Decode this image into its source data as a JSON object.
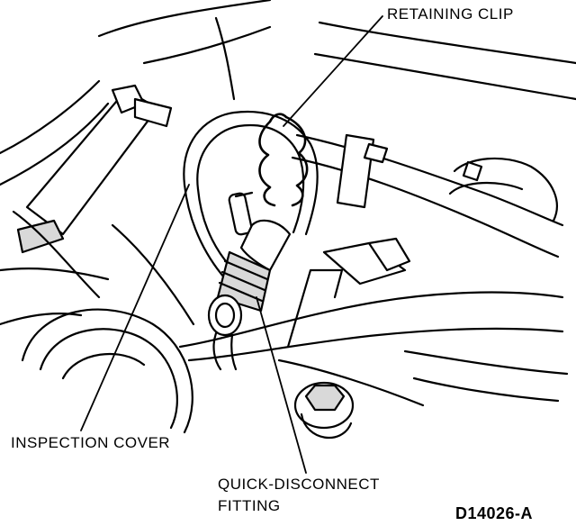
{
  "labels": {
    "retaining_clip": "RETAINING CLIP",
    "inspection_cover": "INSPECTION COVER",
    "quick_disconnect_line1": "QUICK-DISCONNECT",
    "quick_disconnect_line2": "FITTING"
  },
  "figure_id": "D14026-A",
  "colors": {
    "ink": "#000000",
    "paper": "#ffffff",
    "shade": "#d9d9d9"
  }
}
